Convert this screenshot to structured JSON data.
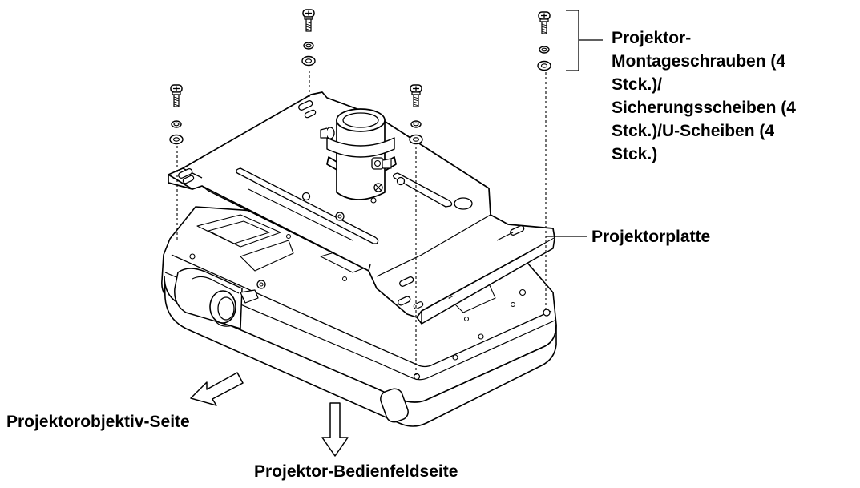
{
  "labels": {
    "screws": "Projektor-\nMontageschrauben (4\nStck.)/\nSicherungsscheiben (4\nStck.)/U-Scheiben (4\nStck.)",
    "plate": "Projektorplatte",
    "lens_side": "Projektorobjektiv-Seite",
    "panel_side": "Projektor-Bedienfeldseite"
  },
  "colors": {
    "line": "#000000",
    "fill": "#ffffff",
    "background": "#ffffff"
  },
  "parts": [
    "projector-body",
    "projector-plate",
    "mount-pipe",
    "screw-icon",
    "lock-washer",
    "flat-washer",
    "arrow-icon"
  ]
}
